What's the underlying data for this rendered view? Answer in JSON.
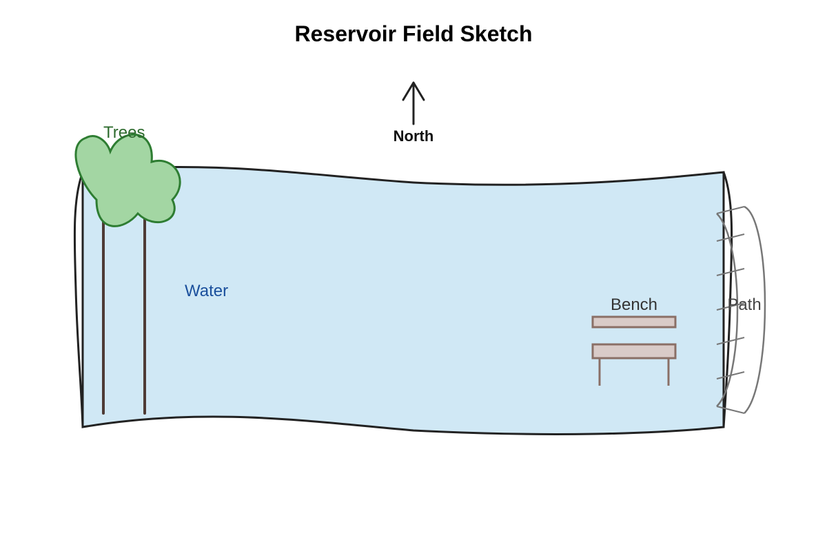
{
  "title": "Reservoir Field Sketch",
  "labels": {
    "north": "North",
    "trees": "Trees",
    "water": "Water",
    "bench": "Bench",
    "path": "Path"
  },
  "colors": {
    "water_fill": "#d0e8f5",
    "outline": "#222222",
    "tree_fill": "#a3d6a3",
    "tree_stroke": "#2e7d32",
    "trunk": "#4e3b36",
    "trees_text": "#2e6b2e",
    "water_text": "#1a4f9c",
    "bench_fill": "#d9cbc8",
    "bench_stroke": "#8a6f66",
    "bench_text": "#333333",
    "path_stroke": "#777777",
    "path_text": "#444444"
  },
  "icons": {
    "north": "north-arrow-icon",
    "tree": "tree-icon",
    "bench": "bench-icon",
    "path": "path-icon"
  }
}
